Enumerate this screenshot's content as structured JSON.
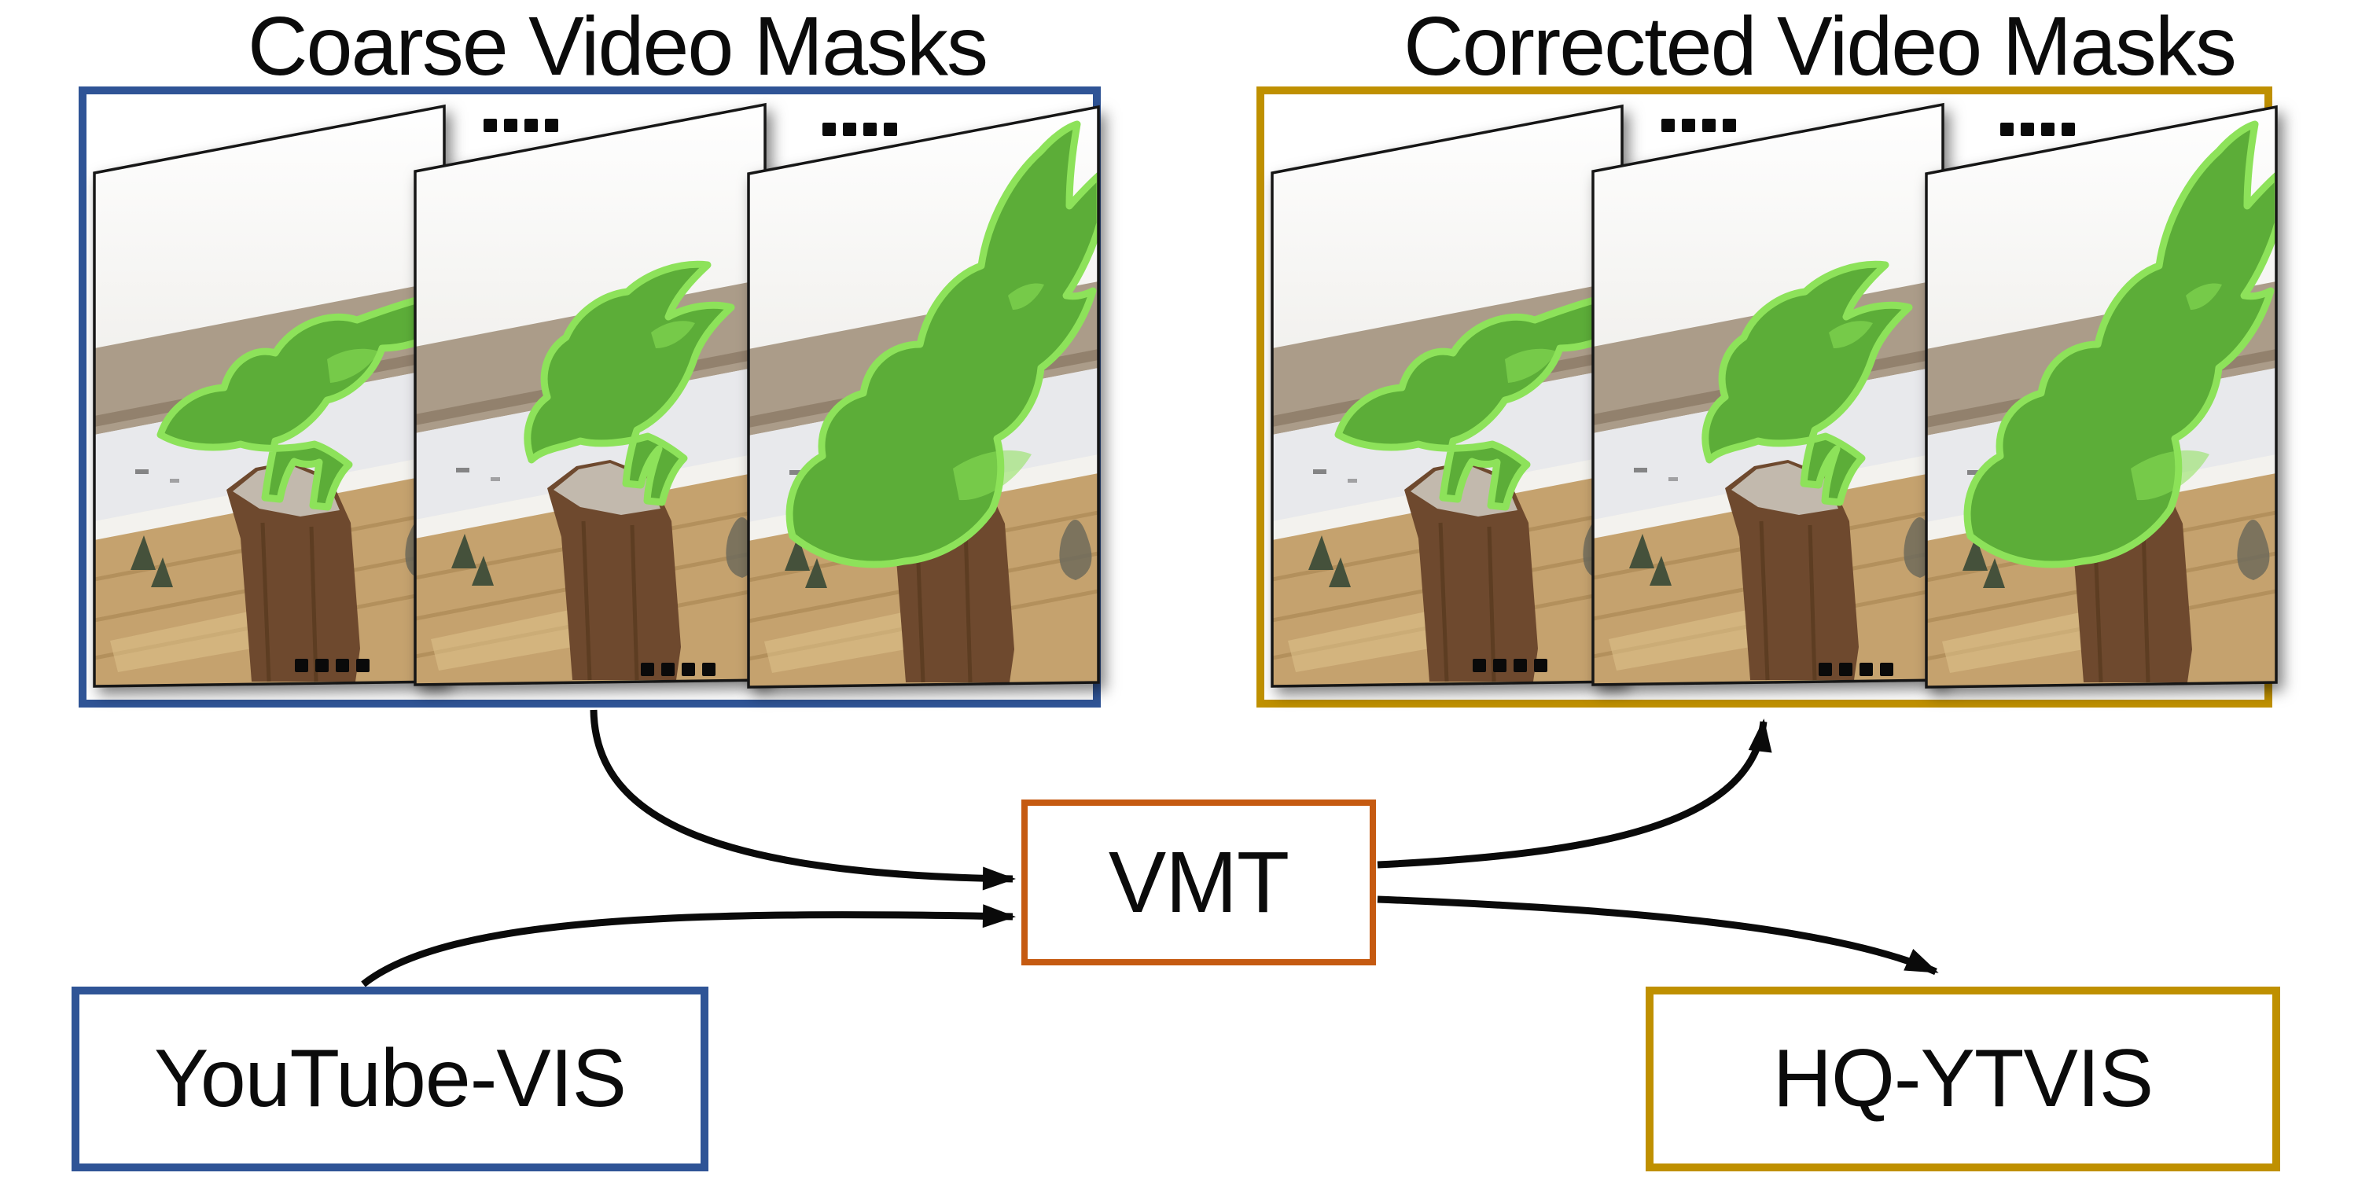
{
  "figure": {
    "left_title": "Coarse Video Masks",
    "right_title": "Corrected Video Masks",
    "ellipsis_marks": "....",
    "ellipsis_dot_count": 4,
    "frames_visible_per_panel": 3,
    "scene": "hawk with green instance-segmentation mask standing on a rock above a lake"
  },
  "nodes": {
    "vmt": {
      "label": "VMT"
    },
    "youtube_vis": {
      "label": "YouTube-VIS"
    },
    "hq_ytvis": {
      "label": "HQ-YTVIS"
    }
  },
  "edges": [
    {
      "from": "coarse-video-masks-panel",
      "to": "vmt"
    },
    {
      "from": "youtube-vis",
      "to": "vmt"
    },
    {
      "from": "vmt",
      "to": "corrected-video-masks-panel"
    },
    {
      "from": "vmt",
      "to": "hq-ytvis"
    }
  ],
  "colors": {
    "coarse_panel_border": "#2F5496",
    "corrected_panel_border": "#BF9000",
    "vmt_border": "#C55A11",
    "youtube_vis_border": "#2F5496",
    "hq_ytvis_border": "#BF9000",
    "mask_green": "#5CAD38",
    "mask_halo": "#8DE25A",
    "arrow": "#0A0A0A",
    "title_text": "#0B0B0B"
  }
}
